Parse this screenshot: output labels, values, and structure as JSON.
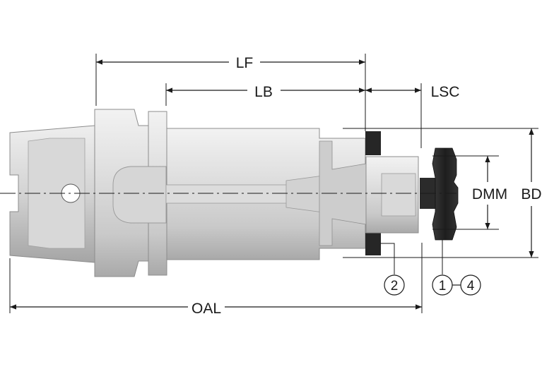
{
  "dimensions": {
    "lf": "LF",
    "lb": "LB",
    "lsc": "LSC",
    "oal": "OAL",
    "dmm": "DMM",
    "bd": "BD"
  },
  "callouts": {
    "c2": "2",
    "c1": "1",
    "c4": "4"
  },
  "colors": {
    "line": "#1a1a1a",
    "body_light": "#e2e2e2",
    "body_mid": "#c4c4c4",
    "body_dark": "#8c8c8c",
    "dark_part": "#2a2a2a"
  }
}
